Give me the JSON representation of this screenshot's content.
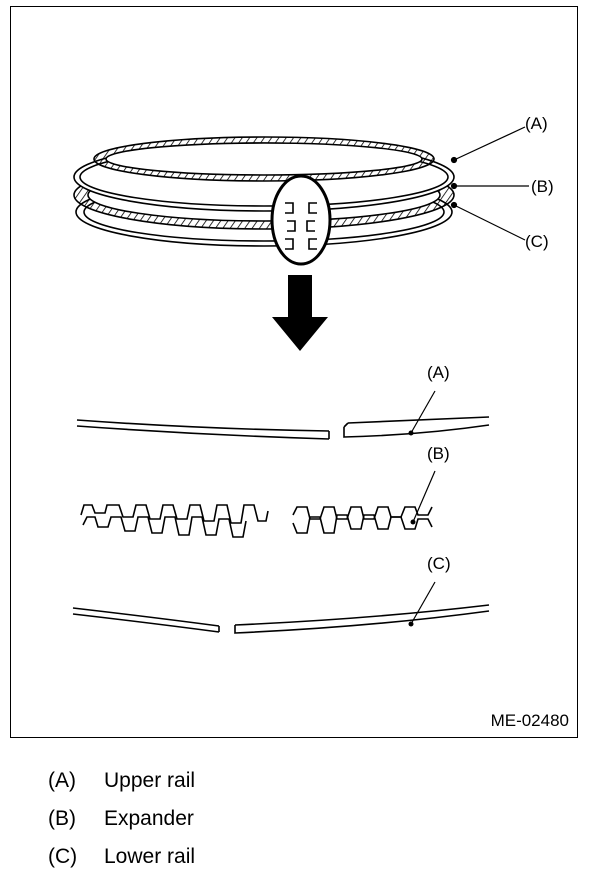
{
  "figure": {
    "callouts": {
      "ring_top": {
        "a": "(A)",
        "b": "(B)",
        "c": "(C)"
      },
      "detail_a": "(A)",
      "detail_b": "(B)",
      "detail_c": "(C)"
    },
    "figure_code": "ME-02480"
  },
  "legend": [
    {
      "key": "(A)",
      "label": "Upper rail"
    },
    {
      "key": "(B)",
      "label": "Expander"
    },
    {
      "key": "(C)",
      "label": "Lower rail"
    }
  ]
}
